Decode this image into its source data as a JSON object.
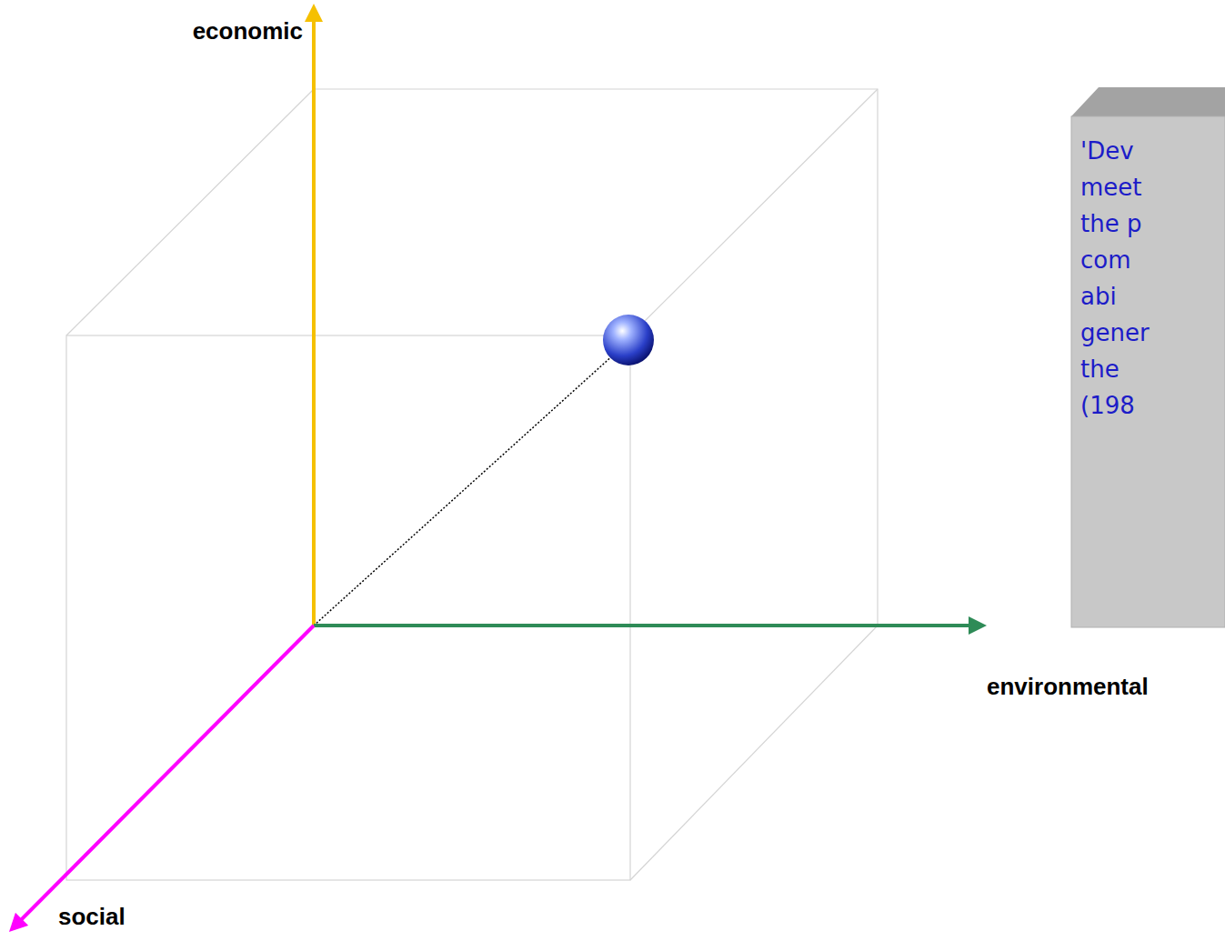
{
  "diagram": {
    "nodes": [
      {
        "text": [
          "'Dev meet the p com abi gener the (198"
        ]
      }
    ],
    "labels": [
      "economic",
      "environmental",
      "social"
    ]
  }
}
